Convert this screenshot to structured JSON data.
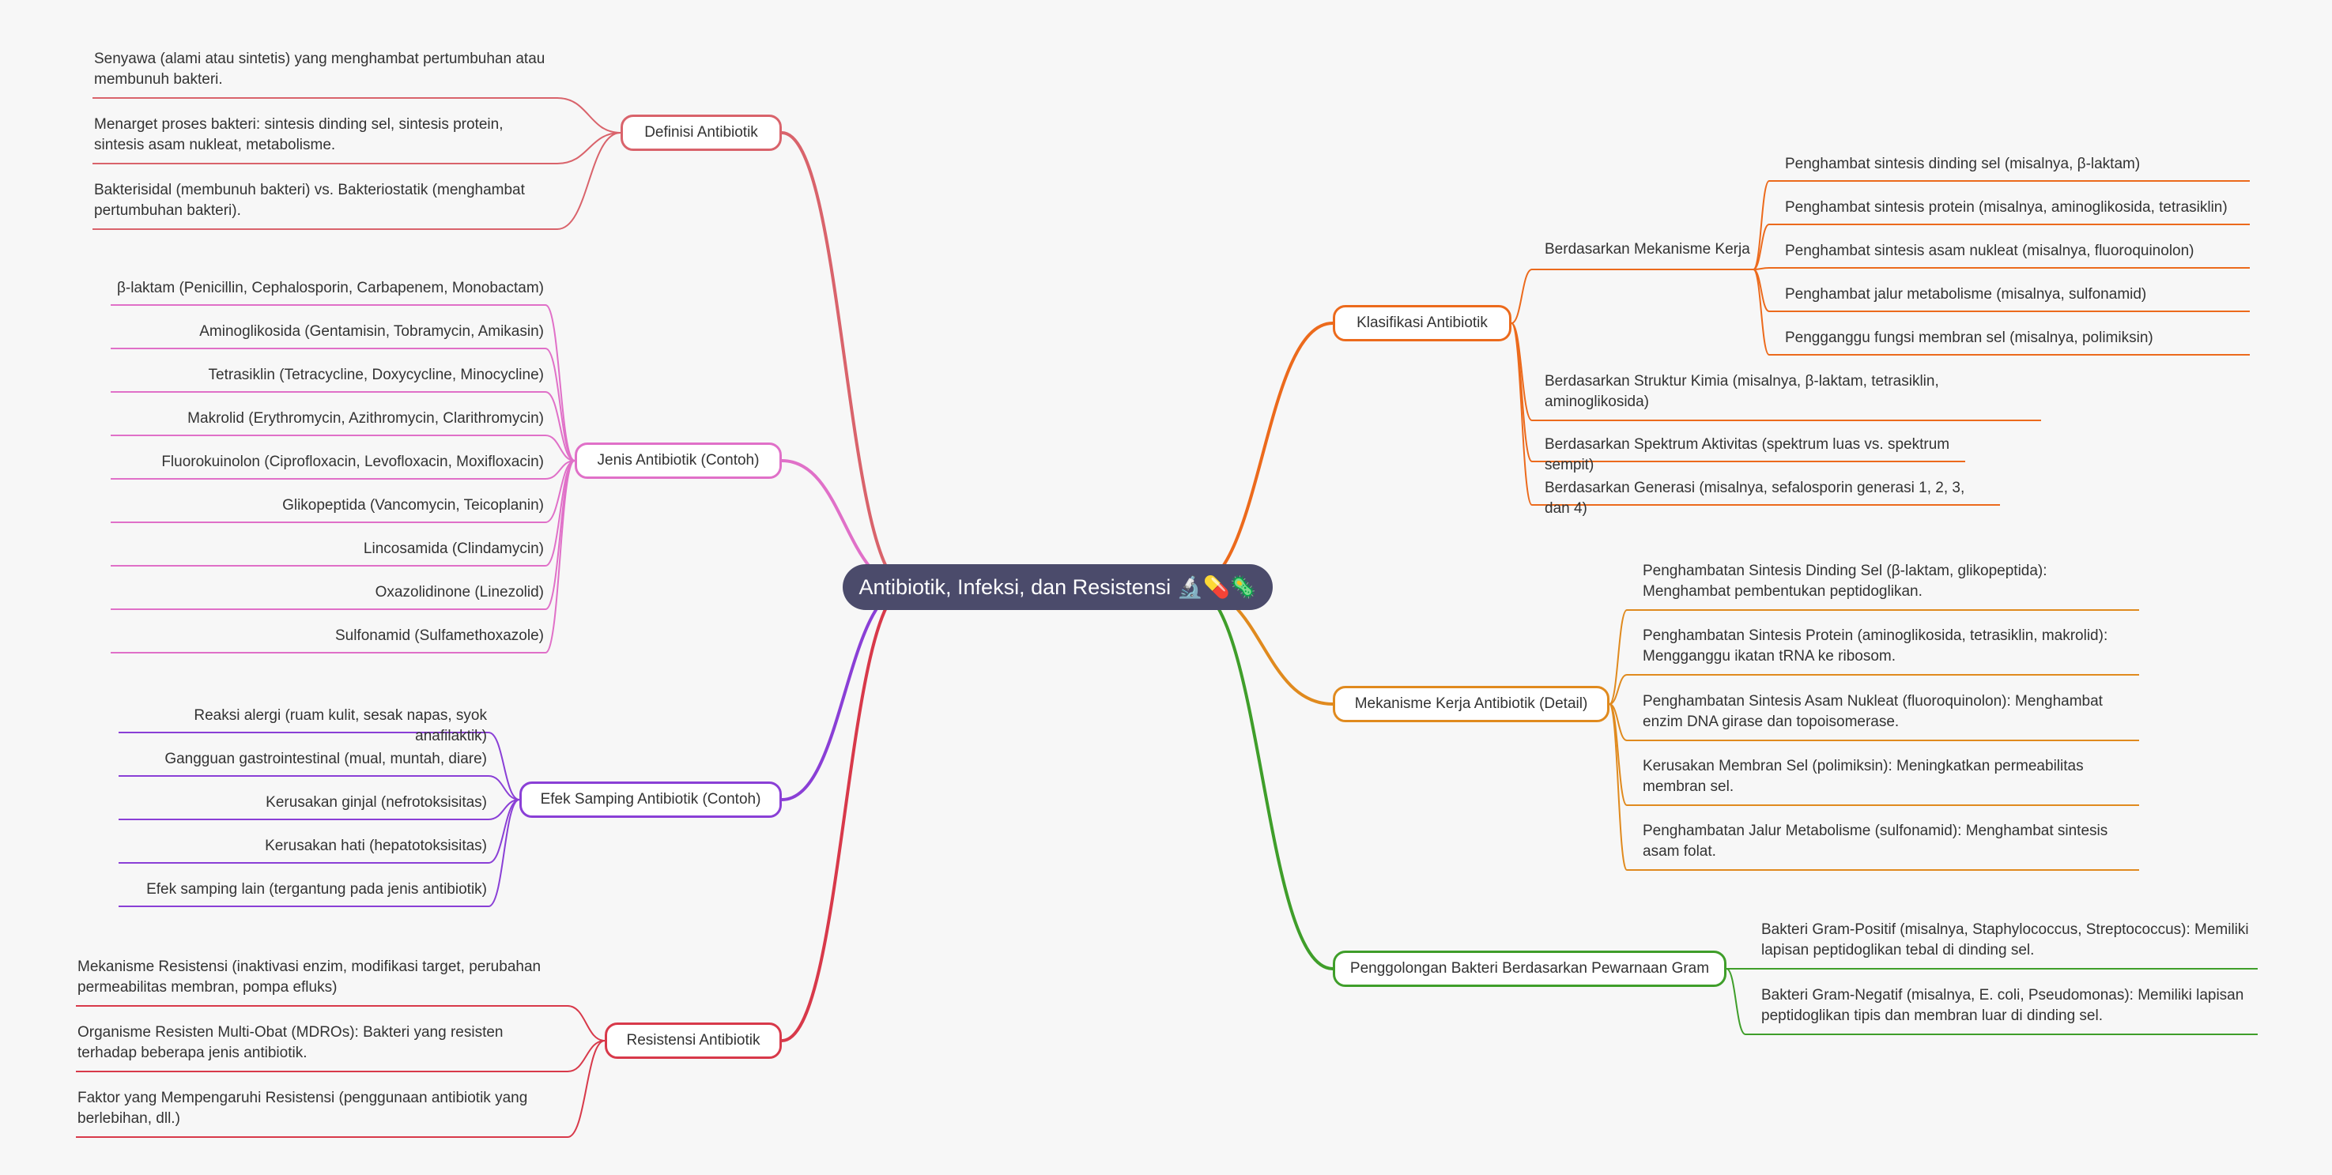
{
  "root": {
    "title": "Antibiotik, Infeksi, dan Resistensi 🔬💊🦠"
  },
  "branches": {
    "definisi": {
      "label": "Definisi Antibiotik",
      "color": "#d9636b",
      "items": [
        "Senyawa (alami atau sintetis) yang menghambat pertumbuhan atau membunuh bakteri.",
        "Menarget proses bakteri: sintesis dinding sel, sintesis protein, sintesis asam nukleat, metabolisme.",
        "Bakterisidal (membunuh bakteri) vs. Bakteriostatik (menghambat pertumbuhan bakteri)."
      ]
    },
    "jenis": {
      "label": "Jenis Antibiotik (Contoh)",
      "color": "#e070c8",
      "items": [
        "β-laktam (Penicillin, Cephalosporin, Carbapenem, Monobactam)",
        "Aminoglikosida (Gentamisin, Tobramycin, Amikasin)",
        "Tetrasiklin (Tetracycline, Doxycycline, Minocycline)",
        "Makrolid (Erythromycin, Azithromycin, Clarithromycin)",
        "Fluorokuinolon (Ciprofloxacin, Levofloxacin, Moxifloxacin)",
        "Glikopeptida (Vancomycin, Teicoplanin)",
        "Lincosamida (Clindamycin)",
        "Oxazolidinone (Linezolid)",
        "Sulfonamid (Sulfamethoxazole)"
      ]
    },
    "efek": {
      "label": "Efek Samping Antibiotik (Contoh)",
      "color": "#8a3fd6",
      "items": [
        "Reaksi alergi (ruam kulit, sesak napas, syok anafilaktik)",
        "Gangguan gastrointestinal (mual, muntah, diare)",
        "Kerusakan ginjal (nefrotoksisitas)",
        "Kerusakan hati (hepatotoksisitas)",
        "Efek samping lain (tergantung pada jenis antibiotik)"
      ]
    },
    "resistensi": {
      "label": "Resistensi Antibiotik",
      "color": "#d8394a",
      "items": [
        "Mekanisme Resistensi (inaktivasi enzim, modifikasi target, perubahan permeabilitas membran, pompa efluks)",
        "Organisme Resisten Multi-Obat (MDROs): Bakteri yang resisten terhadap beberapa jenis antibiotik.",
        "Faktor yang Mempengaruhi Resistensi (penggunaan antibiotik yang berlebihan, dll.)"
      ]
    },
    "klasifikasi": {
      "label": "Klasifikasi Antibiotik",
      "color": "#ec6a1c",
      "mekanisme": {
        "label": "Berdasarkan Mekanisme Kerja",
        "items": [
          "Penghambat sintesis dinding sel (misalnya, β-laktam)",
          "Penghambat sintesis protein (misalnya, aminoglikosida, tetrasiklin)",
          "Penghambat sintesis asam nukleat (misalnya, fluoroquinolon)",
          "Penghambat jalur metabolisme (misalnya, sulfonamid)",
          "Pengganggu fungsi membran sel (misalnya, polimiksin)"
        ]
      },
      "items": [
        "Berdasarkan Struktur Kimia (misalnya, β-laktam, tetrasiklin, aminoglikosida)",
        "Berdasarkan Spektrum Aktivitas (spektrum luas vs. spektrum sempit)",
        "Berdasarkan Generasi (misalnya, sefalosporin generasi 1, 2, 3, dan 4)"
      ]
    },
    "mekanisme": {
      "label": "Mekanisme Kerja Antibiotik (Detail)",
      "color": "#e08a1e",
      "items": [
        "Penghambatan Sintesis Dinding Sel (β-laktam, glikopeptida): Menghambat pembentukan peptidoglikan.",
        "Penghambatan Sintesis Protein (aminoglikosida, tetrasiklin, makrolid): Mengganggu ikatan tRNA ke ribosom.",
        "Penghambatan Sintesis Asam Nukleat (fluoroquinolon): Menghambat enzim DNA girase dan topoisomerase.",
        "Kerusakan Membran Sel (polimiksin): Meningkatkan permeabilitas membran sel.",
        "Penghambatan Jalur Metabolisme (sulfonamid): Menghambat sintesis asam folat."
      ]
    },
    "gram": {
      "label": "Penggolongan Bakteri Berdasarkan Pewarnaan Gram",
      "color": "#3f9e2a",
      "items": [
        "Bakteri Gram-Positif (misalnya, Staphylococcus, Streptococcus): Memiliki lapisan peptidoglikan tebal di dinding sel.",
        "Bakteri Gram-Negatif (misalnya, E. coli, Pseudomonas): Memiliki lapisan peptidoglikan tipis dan membran luar di dinding sel."
      ]
    }
  }
}
